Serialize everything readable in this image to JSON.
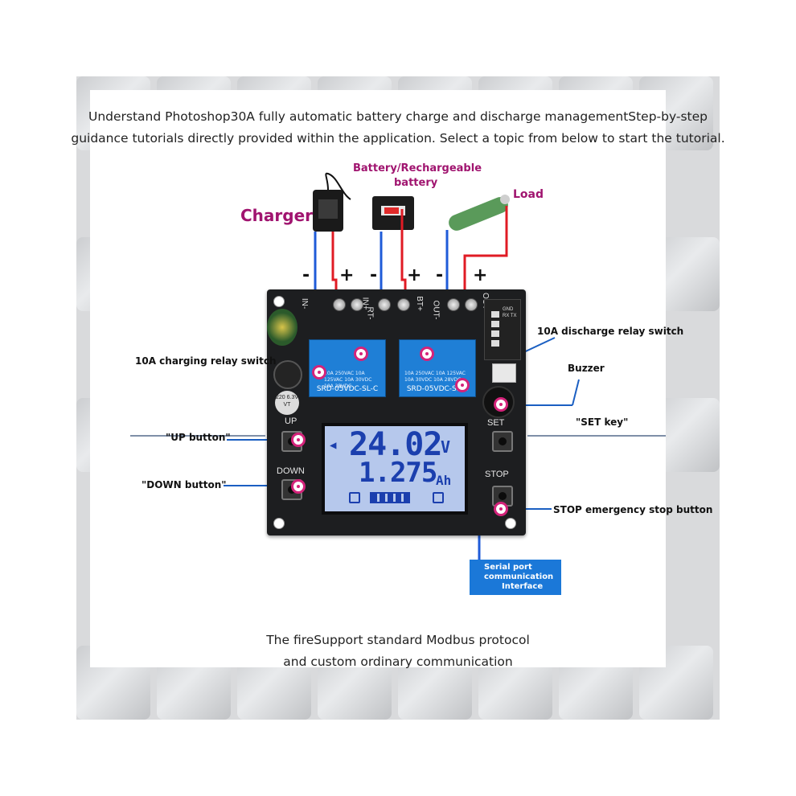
{
  "intro": {
    "line1": "Understand Photoshop30A fully automatic battery charge and discharge managementStep-by-step",
    "line2": "guidance tutorials directly provided within the application. Select a topic from below to start the tutorial."
  },
  "components": {
    "charger": "Charger",
    "battery_line1": "Battery/Rechargeable",
    "battery_line2": "battery",
    "load": "Load"
  },
  "terminals": {
    "signs": [
      "-",
      "+",
      "-",
      "+",
      "-",
      "+"
    ],
    "labels": [
      "IN-",
      "IN+",
      "RT-",
      "BT+",
      "OUT-",
      "OUT+"
    ]
  },
  "callouts": {
    "charging_relay": "10A charging relay switch",
    "discharge_relay": "10A discharge relay switch",
    "buzzer": "Buzzer",
    "up_button": "\"UP button\"",
    "down_button": "\"DOWN button\"",
    "set_key": "\"SET key\"",
    "stop_button": "STOP emergency stop button",
    "serial_line1": "Serial port",
    "serial_line2": "communication",
    "serial_line3": "Interface"
  },
  "board": {
    "relay_model_1": "SRD-05VDC-SL-C",
    "relay_model_2": "SRD-05VDC-SL-C",
    "relay_specs": "10A 250VAC 10A 125VAC 10A 30VDC 10A 28VDC",
    "silk_up": "UP",
    "silk_down": "DOWN",
    "silk_set": "SET",
    "silk_stop": "STOP",
    "cap_label": "220 6.3V VT",
    "lcd_voltage": "24.02",
    "lcd_voltage_unit": "V",
    "lcd_capacity": "1.275",
    "lcd_capacity_unit": "Ah",
    "serial_pins": "GND RX TX"
  },
  "outro": {
    "line1": "The fireSupport standard Modbus protocol",
    "line2": "and custom ordinary communication"
  },
  "colors": {
    "magenta": "#a0146f",
    "wire_blue": "#1f5bd8",
    "wire_red": "#e01b24",
    "relay_blue": "#1f7fd6",
    "lcd_bg": "#b6c8ec"
  }
}
